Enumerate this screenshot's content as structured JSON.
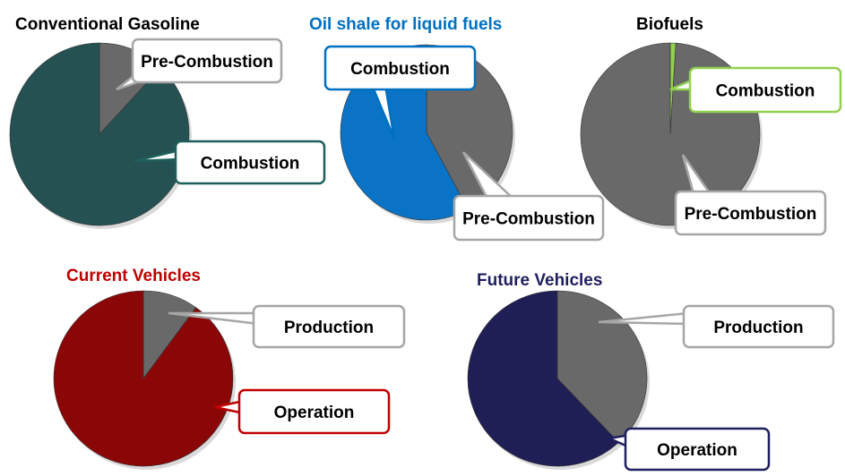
{
  "chart_data": [
    {
      "type": "pie",
      "title": "Conventional Gasoline",
      "title_color": "#000000",
      "slices": [
        {
          "label": "Pre-Combustion",
          "value": 12,
          "color": "#696969",
          "border": "#a6a6a6"
        },
        {
          "label": "Combustion",
          "value": 88,
          "color": "#255153",
          "border": "#1e5f5c"
        }
      ]
    },
    {
      "type": "pie",
      "title": "Oil shale for liquid fuels",
      "title_color": "#0070c0",
      "slices": [
        {
          "label": "Pre-Combustion",
          "value": 42,
          "color": "#696969",
          "border": "#a6a6a6"
        },
        {
          "label": "Combustion",
          "value": 58,
          "color": "#0a73c6",
          "border": "#0070c0"
        }
      ]
    },
    {
      "type": "pie",
      "title": "Biofuels",
      "title_color": "#000000",
      "slices": [
        {
          "label": "Combustion",
          "value": 1,
          "color": "#92d050",
          "border": "#92d050"
        },
        {
          "label": "Pre-Combustion",
          "value": 99,
          "color": "#696969",
          "border": "#a6a6a6"
        }
      ]
    },
    {
      "type": "pie",
      "title": "Current Vehicles",
      "title_color": "#c00000",
      "slices": [
        {
          "label": "Production",
          "value": 10,
          "color": "#696969",
          "border": "#a6a6a6"
        },
        {
          "label": "Operation",
          "value": 90,
          "color": "#8b0707",
          "border": "#c00000"
        }
      ]
    },
    {
      "type": "pie",
      "title": "Future Vehicles",
      "title_color": "#1f1f5f",
      "slices": [
        {
          "label": "Production",
          "value": 38,
          "color": "#696969",
          "border": "#a6a6a6"
        },
        {
          "label": "Operation",
          "value": 62,
          "color": "#1f1f55",
          "border": "#1f1f5f"
        }
      ]
    }
  ]
}
